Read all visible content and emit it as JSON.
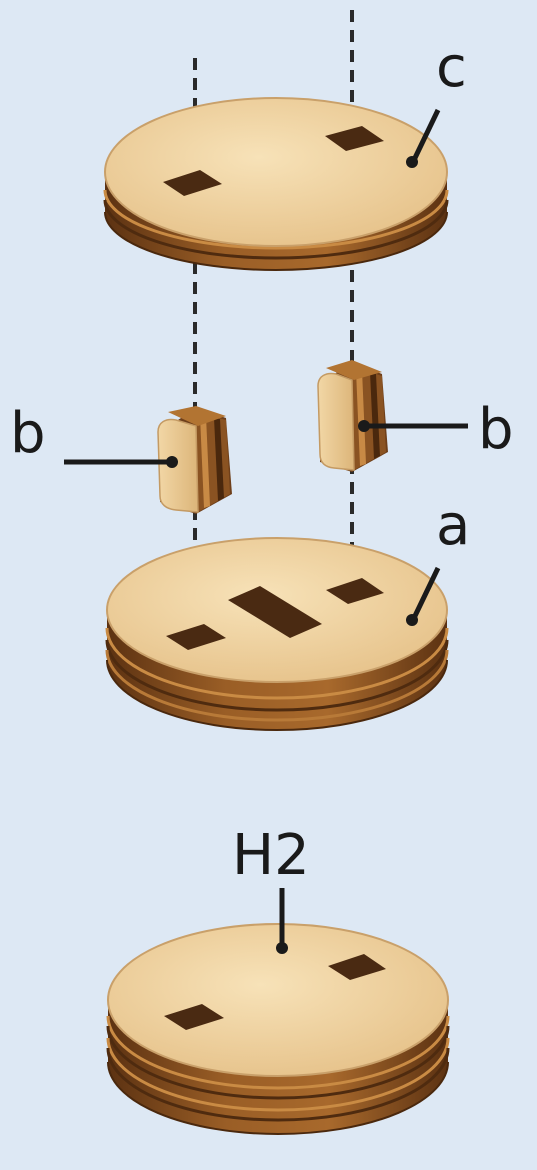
{
  "labels": {
    "c": "c",
    "b_left": "b",
    "b_right": "b",
    "a": "a",
    "h2": "H2"
  },
  "colors": {
    "background": "#dde8f4",
    "wood_top": "#efcf9b",
    "wood_top_light": "#f6e0b6",
    "wood_dark": "#6e3f1a",
    "wood_mid": "#a8692c",
    "wood_edge_light": "#c88a45",
    "hole": "#4a2a12",
    "line": "#1a1a1a"
  }
}
